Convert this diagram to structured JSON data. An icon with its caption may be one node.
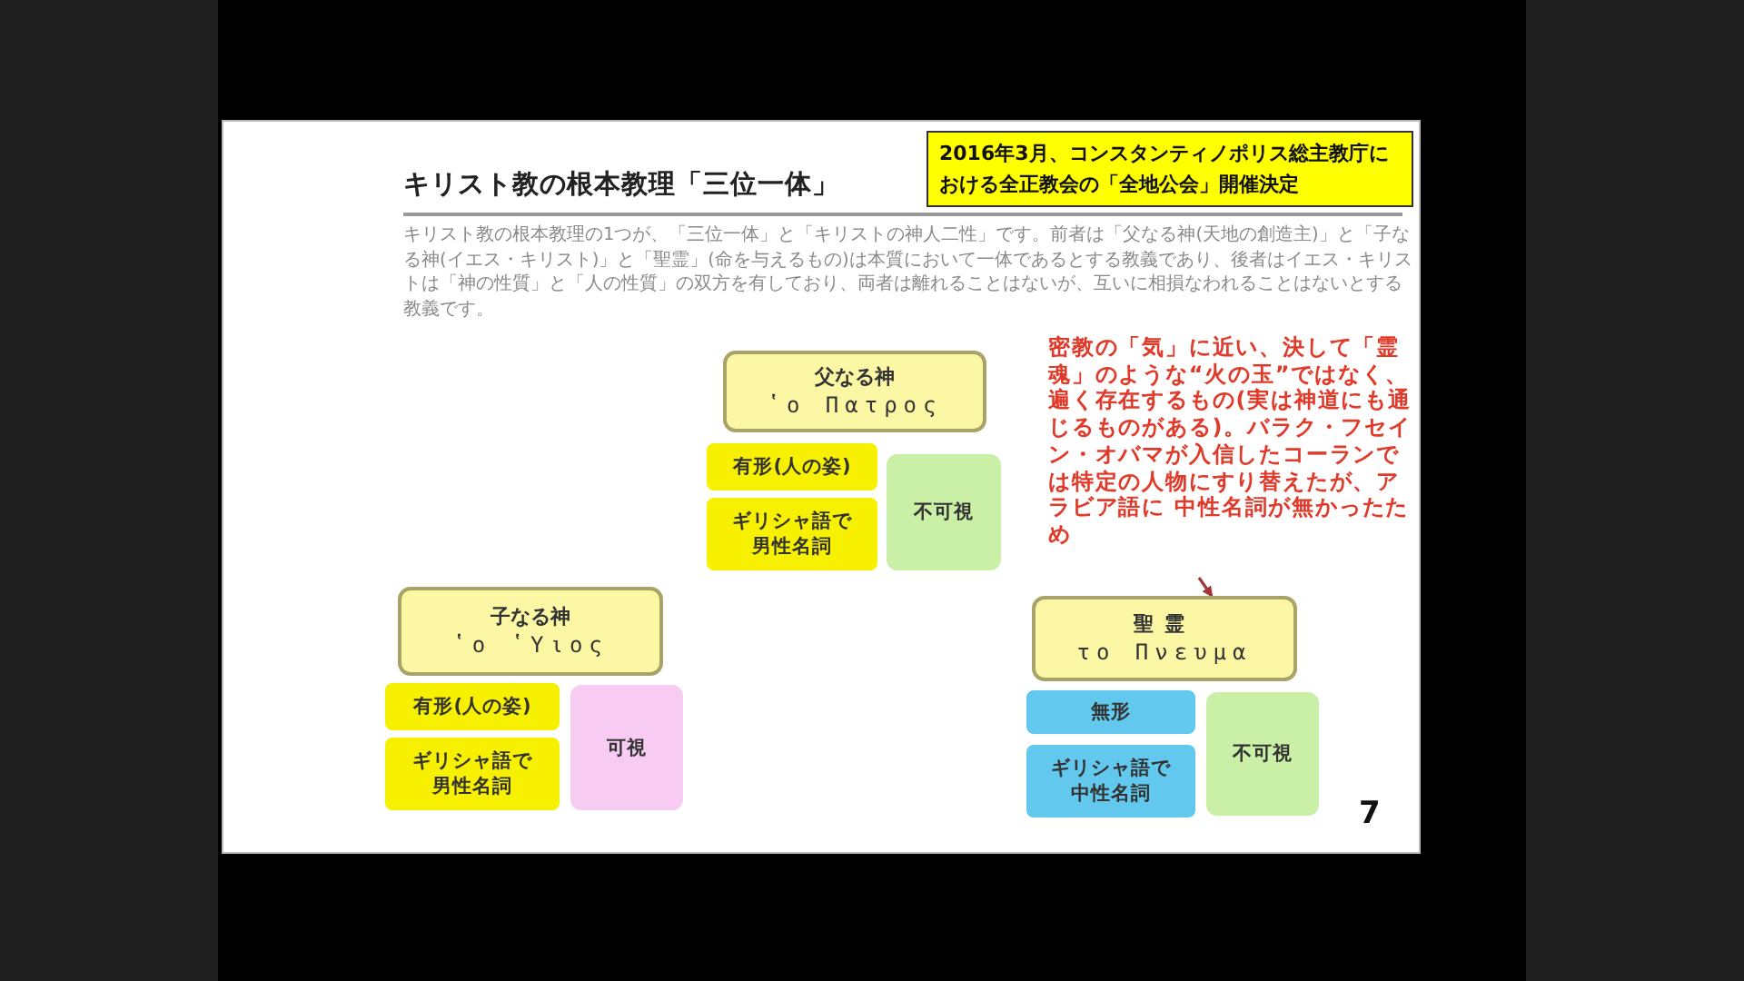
{
  "diagram": {
    "title": "キリスト教の根本教理「三位一体」",
    "nodes": [
      {
        "text": [
          "2016年3月、コンスタンティノポリス総主教庁における全正教会の「全地公会」開催決定"
        ]
      },
      {
        "text": [
          "父なる神",
          "ʽο Πατρος"
        ]
      },
      {
        "text": [
          "有形(人の姿)"
        ]
      },
      {
        "text": [
          "ギリシャ語で男性名詞"
        ]
      },
      {
        "text": [
          "不可視"
        ]
      },
      {
        "text": [
          "密教の「気」に近い、決して「霊魂」のような“火の玉”ではなく、遍く存在するもの(実は神道にも通じるものがある)。バラク・フセイン・オバマが入信したコーランでは特定の人物にすり替えたが、アラビア語に 中性名詞が無かったため"
        ]
      },
      {
        "text": [
          "子なる神",
          "ʽο ʽΥιος"
        ]
      },
      {
        "text": [
          "有形(人の姿)"
        ]
      },
      {
        "text": [
          "ギリシャ語で男性名詞"
        ]
      },
      {
        "text": [
          "可視"
        ]
      },
      {
        "text": [
          "聖霊",
          "το Πνευμα"
        ]
      },
      {
        "text": [
          "無形"
        ]
      },
      {
        "text": [
          "ギリシャ語で中性名詞"
        ]
      },
      {
        "text": [
          "不可視"
        ]
      }
    ],
    "edges": [
      {
        "from": 5,
        "to": 10,
        "arrow": "to"
      }
    ],
    "labels": [
      "キリスト教の根本教理の1つが、「三位一体」と「キリストの神人二性」です。前者は「父なる神(天地の創造主)」と「子なる神(イエス・キリスト)」と「聖霊」(命を与えるもの)は本質において一体であるとする教義であり、後者はイエス・キリストは「神の性質」と「人の性質」の双方を有しており、両者は離れることはないが、互いに相損なわれることはないとする教義です。",
      "7"
    ]
  }
}
